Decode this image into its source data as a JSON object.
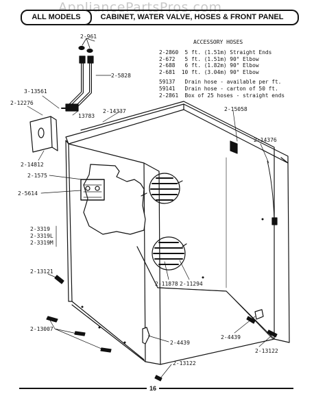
{
  "watermark": "AppliancePartsPros.com",
  "header": {
    "left": "ALL MODELS",
    "right": "CABINET, WATER VALVE, HOSES & FRONT PANEL"
  },
  "accessory": {
    "title": "ACCESSORY HOSES",
    "rows": [
      "2-2860  5 ft. (1.51m) Straight Ends",
      "2-672   5 ft. (1.51m) 90° Elbow",
      "2-688   6 ft. (1.82m) 90° Elbow",
      "2-681  10 ft. (3.04m) 90° Elbow"
    ],
    "rows2": [
      "59137   Drain hose - available per ft.",
      "59141   Drain hose - carton of 50 ft.",
      "2-2861  Box of 25 hoses - straight ends"
    ]
  },
  "labels": {
    "l961": "2-961",
    "l5828": "2-5828",
    "l13561": "3-13561",
    "l12276": "2-12276",
    "l13783": "13783",
    "l14337": "2-14337",
    "l15058": "2-15058",
    "l14376": "2-14376",
    "l14812": "2-14812",
    "l1575": "2-1575",
    "l5614": "2-5614",
    "l3319": "2-3319",
    "l3319L": "2-3319L",
    "l3319M": "2-3319M",
    "l13121": "2-13121",
    "l11878": "2-11878",
    "l11294": "2-11294",
    "l13007": "2-13007",
    "l4439a": "2-4439",
    "l4439b": "2-4439",
    "l13122a": "2-13122",
    "l13122b": "2-13122"
  },
  "page_number": "16"
}
